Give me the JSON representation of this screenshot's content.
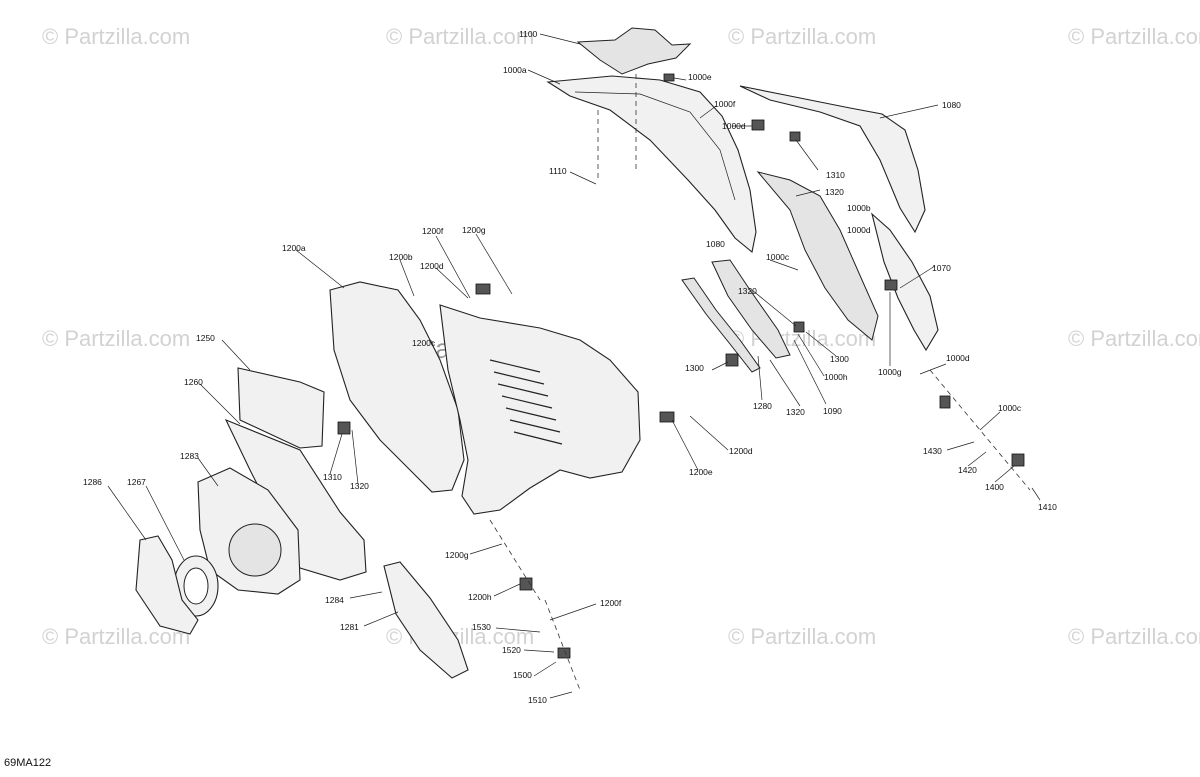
{
  "watermark": "© Partzilla.com",
  "diagram_code": "69MA122",
  "callouts": [
    {
      "id": "1100",
      "label": "1100"
    },
    {
      "id": "1000a",
      "label": "1000a"
    },
    {
      "id": "1000e",
      "label": "1000e"
    },
    {
      "id": "1000f",
      "label": "1000f"
    },
    {
      "id": "1000d_top",
      "label": "1000d"
    },
    {
      "id": "1080_top",
      "label": "1080"
    },
    {
      "id": "1310_top",
      "label": "1310"
    },
    {
      "id": "1110",
      "label": "1110"
    },
    {
      "id": "1320_top",
      "label": "1320"
    },
    {
      "id": "1000b",
      "label": "1000b"
    },
    {
      "id": "1000d_mid",
      "label": "1000d"
    },
    {
      "id": "1000c_mid",
      "label": "1000c"
    },
    {
      "id": "1080_mid",
      "label": "1080"
    },
    {
      "id": "1070",
      "label": "1070"
    },
    {
      "id": "1320_mid",
      "label": "1320"
    },
    {
      "id": "1300_right",
      "label": "1300"
    },
    {
      "id": "1300_left",
      "label": "1300"
    },
    {
      "id": "1000h",
      "label": "1000h"
    },
    {
      "id": "1000g",
      "label": "1000g"
    },
    {
      "id": "1000d_right",
      "label": "1000d"
    },
    {
      "id": "1280",
      "label": "1280"
    },
    {
      "id": "1320_bot",
      "label": "1320"
    },
    {
      "id": "1090",
      "label": "1090"
    },
    {
      "id": "1000c_right",
      "label": "1000c"
    },
    {
      "id": "1430",
      "label": "1430"
    },
    {
      "id": "1420",
      "label": "1420"
    },
    {
      "id": "1400",
      "label": "1400"
    },
    {
      "id": "1410",
      "label": "1410"
    },
    {
      "id": "1200f_top",
      "label": "1200f"
    },
    {
      "id": "1200g_top",
      "label": "1200g"
    },
    {
      "id": "1200a",
      "label": "1200a"
    },
    {
      "id": "1200b",
      "label": "1200b"
    },
    {
      "id": "1200d_top",
      "label": "1200d"
    },
    {
      "id": "1200c",
      "label": "1200c"
    },
    {
      "id": "1250",
      "label": "1250"
    },
    {
      "id": "1260",
      "label": "1260"
    },
    {
      "id": "1310_left",
      "label": "1310"
    },
    {
      "id": "1320_left",
      "label": "1320"
    },
    {
      "id": "1200d_bot",
      "label": "1200d"
    },
    {
      "id": "1200e",
      "label": "1200e"
    },
    {
      "id": "1283",
      "label": "1283"
    },
    {
      "id": "1286",
      "label": "1286"
    },
    {
      "id": "1267",
      "label": "1267"
    },
    {
      "id": "1200g_bot",
      "label": "1200g"
    },
    {
      "id": "1200h",
      "label": "1200h"
    },
    {
      "id": "1200f_bot",
      "label": "1200f"
    },
    {
      "id": "1284",
      "label": "1284"
    },
    {
      "id": "1281",
      "label": "1281"
    },
    {
      "id": "1530",
      "label": "1530"
    },
    {
      "id": "1520",
      "label": "1520"
    },
    {
      "id": "1500",
      "label": "1500"
    },
    {
      "id": "1510",
      "label": "1510"
    }
  ]
}
